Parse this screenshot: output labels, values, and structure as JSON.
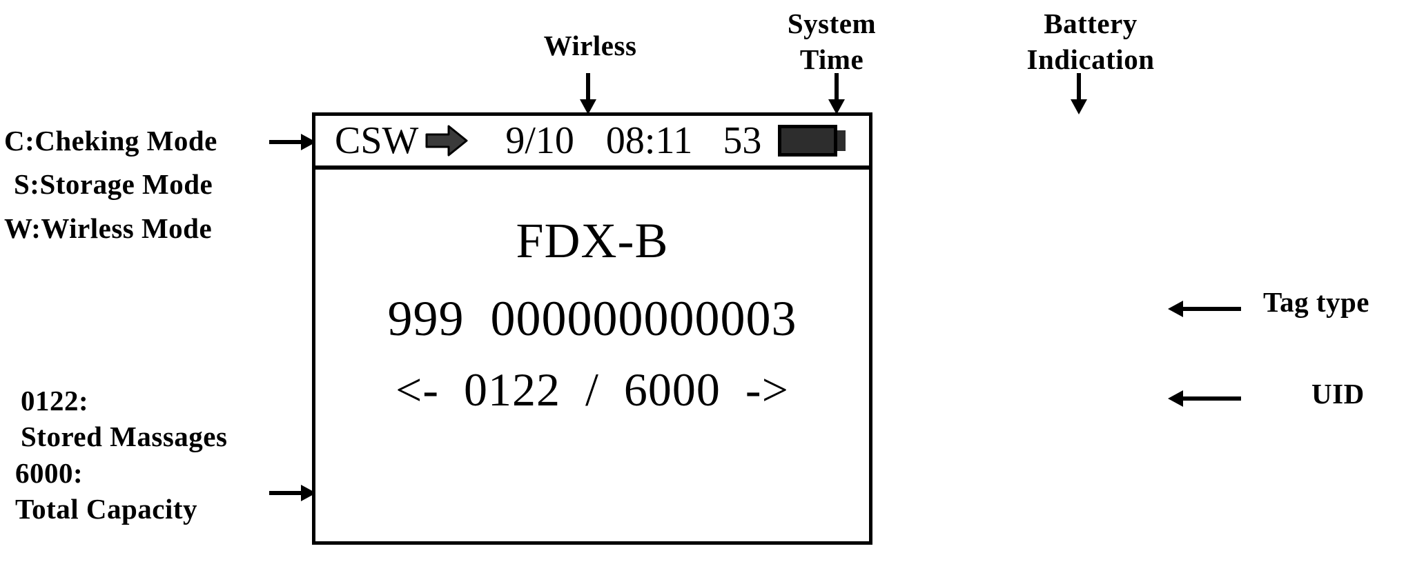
{
  "annotations": {
    "mode_legend": {
      "checking": "C:Cheking Mode",
      "storage": "S:Storage Mode",
      "wireless": "W:Wirless Mode"
    },
    "capacity_legend": {
      "stored_key": "0122:",
      "stored_label": "Stored Massages",
      "total_key": "6000:",
      "total_label": "Total Capacity"
    },
    "top": {
      "wireless": "Wirless",
      "system_time_line1": "System",
      "system_time_line2": "Time",
      "battery_line1": "Battery",
      "battery_line2": "Indication"
    },
    "right": {
      "tag_type": "Tag type",
      "uid": "UID"
    }
  },
  "device": {
    "status_bar": {
      "mode": "CSW",
      "wireless_icon": "right-arrow-icon",
      "date": "9/10",
      "time": "08:11",
      "battery_percent": "53",
      "battery_icon": "battery-full-icon"
    },
    "screen": {
      "tag_type": "FDX-B",
      "uid_prefix": "999",
      "uid_number": "000000000003",
      "uid_full": "999  000000000003",
      "prev_arrow": "<-",
      "stored_count": "0122",
      "separator": "/",
      "total_capacity": "6000",
      "next_arrow": "->",
      "counter_line": "<-  0122  /  6000  ->"
    }
  },
  "colors": {
    "stroke": "#000000",
    "background": "#ffffff",
    "icon_fill": "#2d2d2d"
  }
}
